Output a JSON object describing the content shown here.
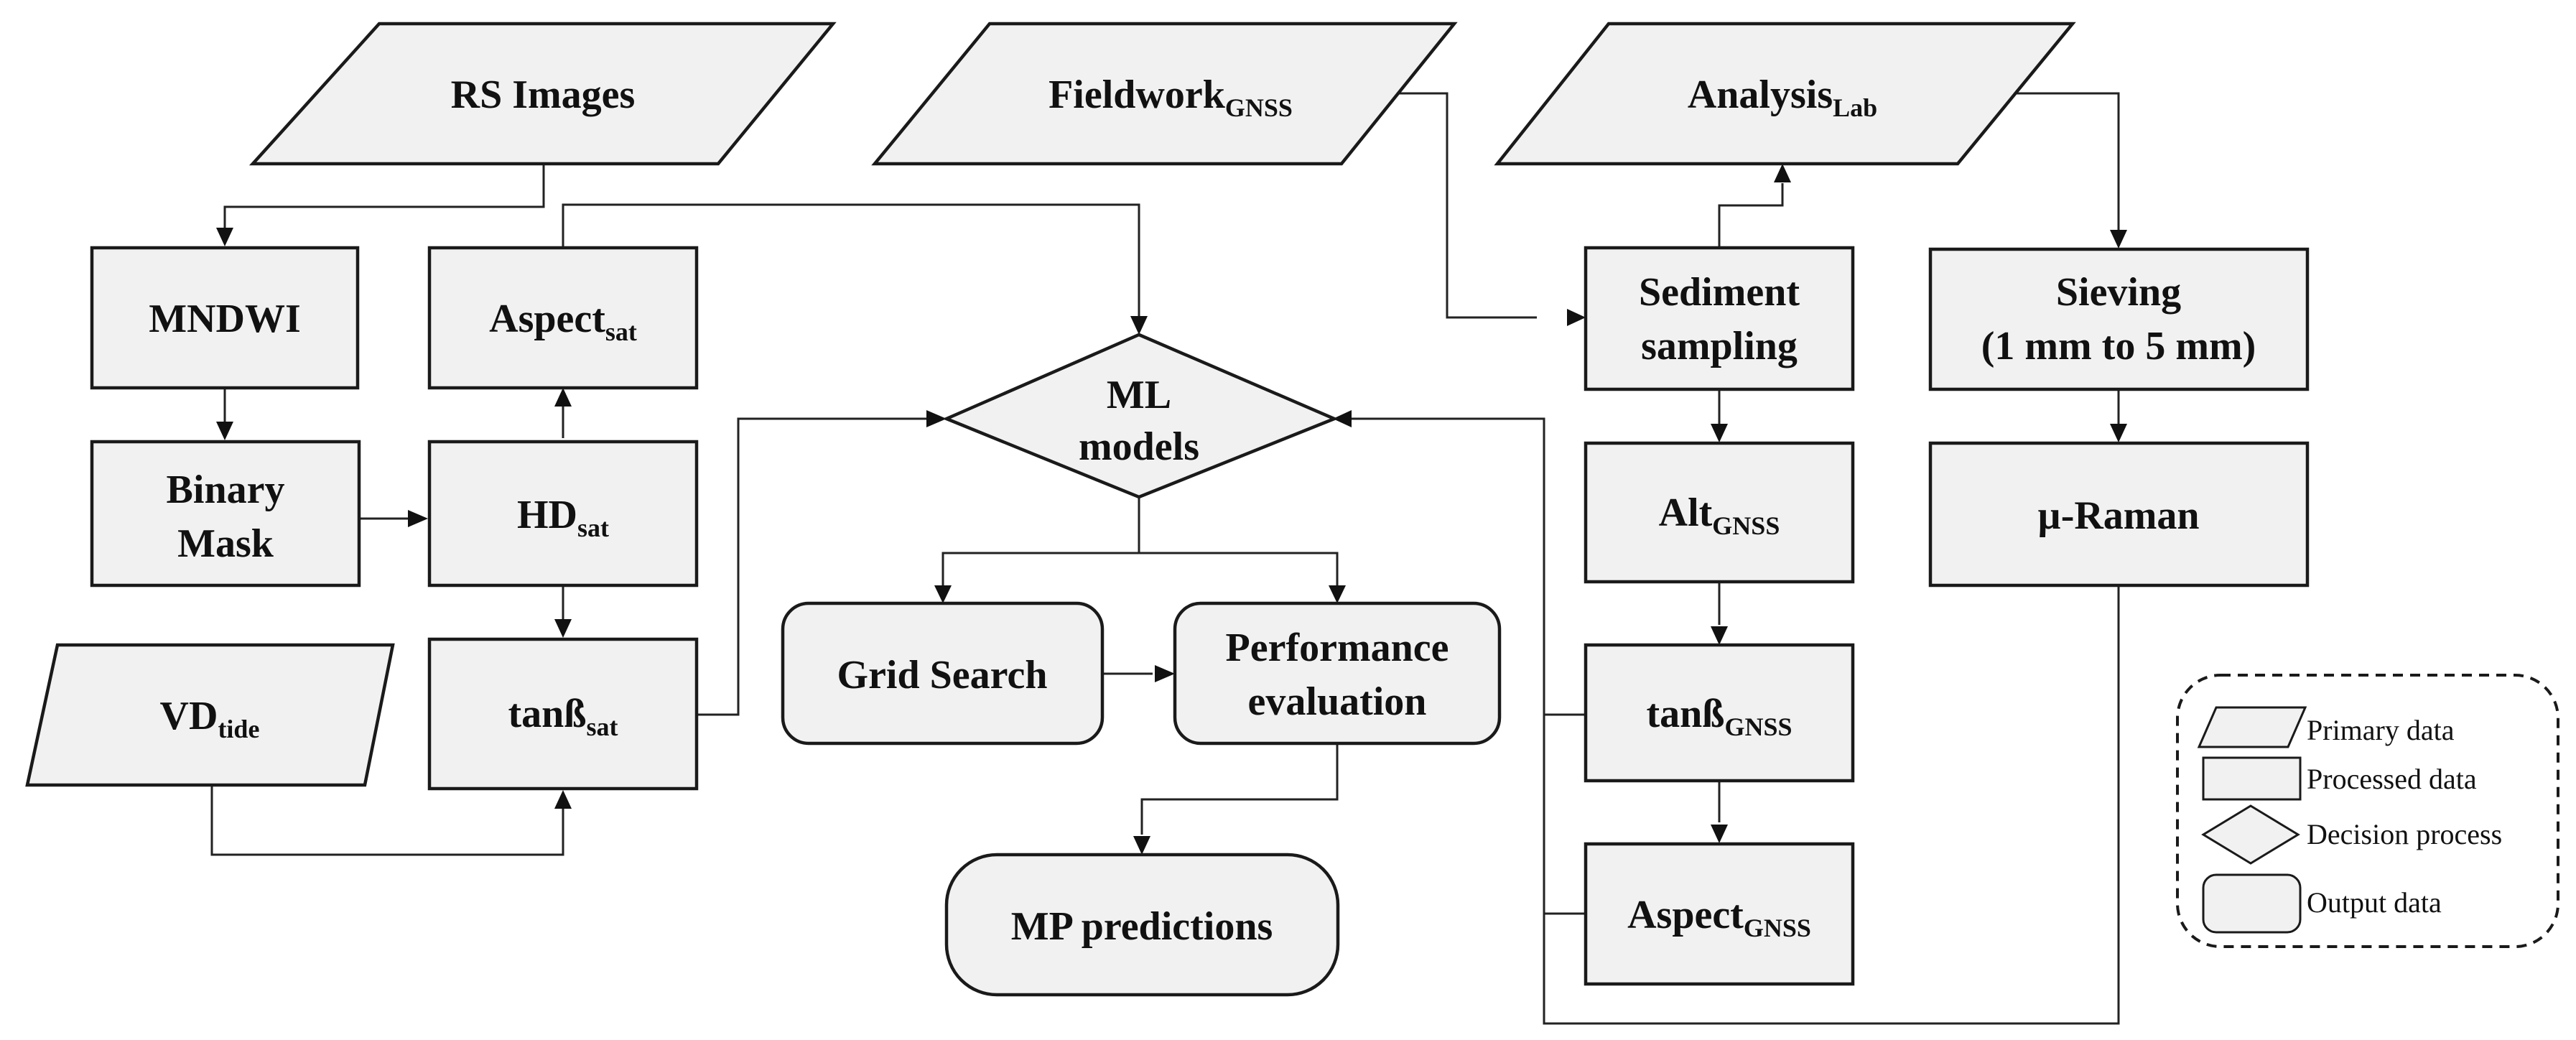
{
  "nodes": {
    "rs_images": {
      "text": "RS Images"
    },
    "fieldwork": {
      "text": "Fieldwork",
      "sub": "GNSS"
    },
    "analysis": {
      "text": "Analysis",
      "sub": "Lab"
    },
    "mndwi": {
      "text": "MNDWI"
    },
    "aspect_sat": {
      "text": "Aspect",
      "sub": "sat"
    },
    "binary_mask": {
      "line1": "Binary",
      "line2": "Mask"
    },
    "hd_sat": {
      "text": "HD",
      "sub": "sat"
    },
    "vd_tide": {
      "text": "VD",
      "sub": "tide"
    },
    "tanb_sat": {
      "text": "tanß",
      "sub": "sat"
    },
    "ml_models": {
      "line1": "ML",
      "line2": "models"
    },
    "grid_search": {
      "text": "Grid Search"
    },
    "performance": {
      "line1": "Performance",
      "line2": "evaluation"
    },
    "mp_predictions": {
      "text": "MP predictions"
    },
    "sediment": {
      "line1": "Sediment",
      "line2": "sampling"
    },
    "alt_gnss": {
      "text": "Alt",
      "sub": "GNSS"
    },
    "tanb_gnss": {
      "text": "tanß",
      "sub": "GNSS"
    },
    "aspect_gnss": {
      "text": "Aspect",
      "sub": "GNSS"
    },
    "sieving": {
      "line1": "Sieving",
      "line2": "(1 mm to 5 mm)"
    },
    "raman": {
      "text": "µ-Raman"
    }
  },
  "legend": {
    "primary": "Primary data",
    "processed": "Processed data",
    "decision": "Decision process",
    "output": "Output data"
  }
}
